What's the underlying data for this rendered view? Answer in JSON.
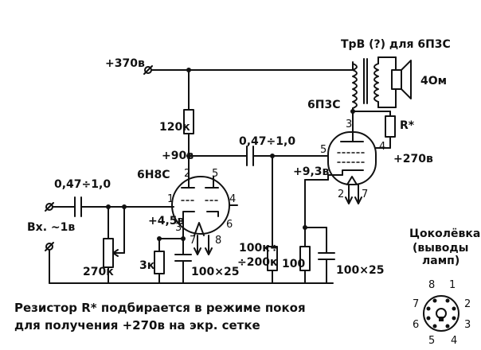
{
  "labels": {
    "supply": "+370в",
    "transformer": "ТрВ (?) для 6П3С",
    "speaker_impedance": "4Ом",
    "output_tube": "6П3С",
    "r_star": "R*",
    "screen_voltage": "+270в",
    "r_120k": "120к",
    "plus_90": "+90в",
    "coupling_cap": "0,47÷1,0",
    "input_tube": "6Н8С",
    "input_cap": "0,47÷1,0",
    "input_label": "Вх. ~1в",
    "pot": "270к",
    "plus_4_5": "+4,5в",
    "r_3k": "3к",
    "cap_100x25_a": "100×25",
    "plus_9_3": "+9,3в",
    "grid_res_1": "100к÷",
    "grid_res_2": "÷200к",
    "r_100": "100",
    "cap_100x25_b": "100×25",
    "pin1_2": "2",
    "pin1_5": "5",
    "pin1_1": "1",
    "pin1_4": "4",
    "pin1_3": "3",
    "pin1_6": "6",
    "pin1_7": "7",
    "pin1_8": "8",
    "pin2_3": "3",
    "pin2_5": "5",
    "pin2_4": "4",
    "pin2_2": "2",
    "pin2_7": "7",
    "pinout_title_1": "Цоколёвка",
    "pinout_title_2": "(выводы",
    "pinout_title_3": "ламп)",
    "socket_1": "1",
    "socket_2": "2",
    "socket_3": "3",
    "socket_4": "4",
    "socket_5": "5",
    "socket_6": "6",
    "socket_7": "7",
    "socket_8": "8"
  },
  "note": {
    "line1": "Резистор R* подбирается в режиме покоя",
    "line2": "для получения +270в на экр. сетке"
  }
}
